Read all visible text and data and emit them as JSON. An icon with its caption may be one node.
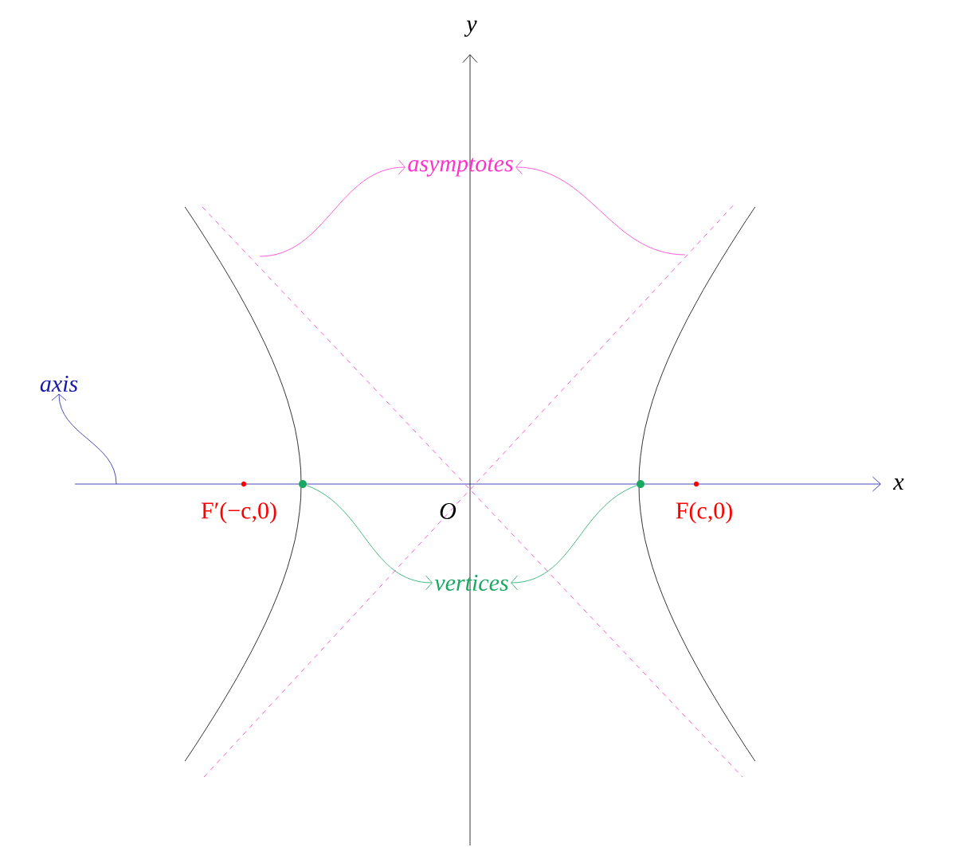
{
  "diagram": {
    "nodes": [
      {
        "text": [
          "asymptotes"
        ]
      },
      {
        "text": [
          "axis"
        ]
      },
      {
        "text": [
          "vertices"
        ]
      },
      {
        "text": [],
        "shape": "circle"
      },
      {
        "text": [],
        "shape": "circle"
      }
    ],
    "edges": [
      {
        "from": null,
        "to": 0,
        "arrow": "to",
        "color": "#ff33cc"
      },
      {
        "from": null,
        "to": 0,
        "arrow": "to",
        "color": "#ff33cc"
      },
      {
        "from": null,
        "to": 1,
        "arrow": "to",
        "color": "#1a1aaa"
      },
      {
        "from": 3,
        "to": 2,
        "arrow": "to",
        "color": "#19a862"
      },
      {
        "from": 4,
        "to": 2,
        "arrow": "to",
        "color": "#19a862"
      }
    ],
    "labels": [
      "y",
      "x",
      "O",
      "F′(−c,0)",
      "F(c,0)"
    ]
  }
}
